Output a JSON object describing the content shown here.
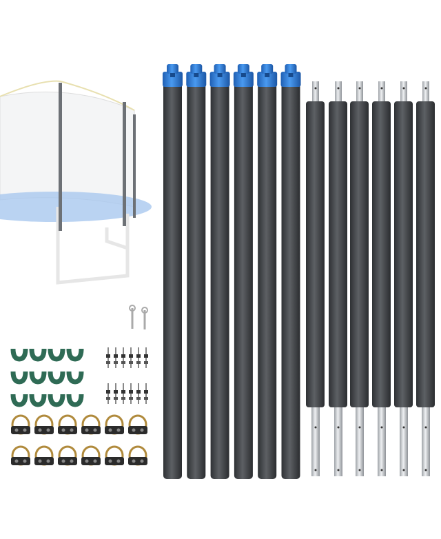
{
  "product": {
    "capped_pole_count": 6,
    "sleeved_pole_count": 6,
    "u_clip_rows": 3,
    "u_clip_cols": 4,
    "clamp_rows": 2,
    "clamp_cols": 6
  },
  "colors": {
    "foam": "#4a4d50",
    "cap": "#2f7fd8",
    "metal": "#c9ccd0",
    "clip": "#2f6b55",
    "clamp_metal": "#b08a3c",
    "mat": "#8fb6e8",
    "net": "#d8d8d8"
  }
}
